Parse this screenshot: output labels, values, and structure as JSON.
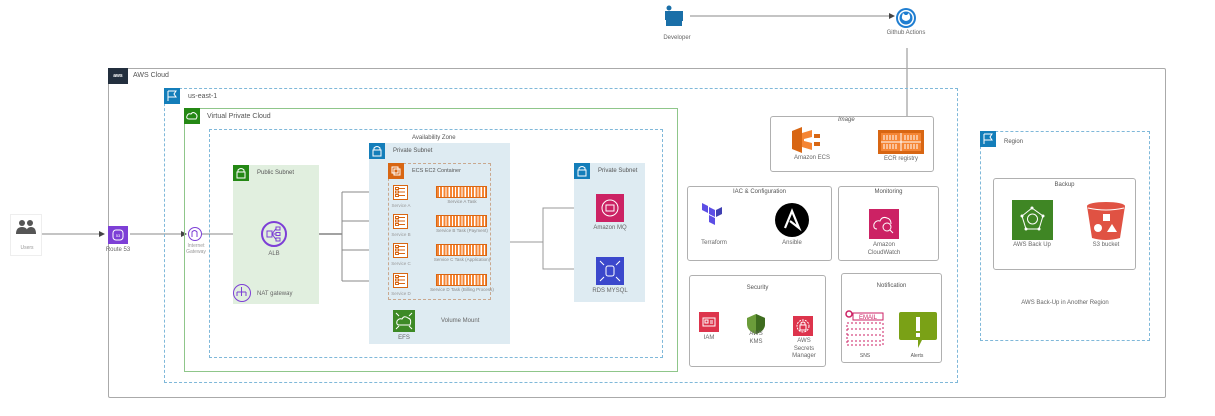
{
  "external": {
    "users_label": "Users",
    "developer_label": "Developer",
    "github_label": "Github Actions"
  },
  "aws_cloud": {
    "title": "AWS Cloud",
    "region_primary": "us-east-1",
    "vpc": "Virtual Private Cloud",
    "route53": "Route 53",
    "internet_gateway": "Internet Gateway",
    "availability_zone": "Availability Zone",
    "public_subnet": {
      "title": "Public Subnet",
      "alb": "ALB",
      "nat": "NAT gateway"
    },
    "private_subnet_app": {
      "title": "Private Subnet",
      "container_title": "ECS EC2 Container",
      "services": [
        {
          "icon_label": "Service A",
          "task_label": "Service A Task"
        },
        {
          "icon_label": "Service B",
          "task_label": "Service B Task (Payment)"
        },
        {
          "icon_label": "Service C",
          "task_label": "Service C Task (Application)"
        },
        {
          "icon_label": "Service D",
          "task_label": "Service D Task (Billing Process)"
        }
      ],
      "efs": "EFS",
      "volume_mount": "Volume Mount"
    },
    "private_subnet_data": {
      "title": "Private Subnet",
      "mq": "Amazon MQ",
      "rds": "RDS MYSQL"
    },
    "image_group": {
      "title": "Image",
      "ecs": "Amazon ECS",
      "ecr": "ECR registry"
    },
    "iac_group": {
      "title": "IAC & Configuration",
      "terraform": "Terraform",
      "ansible": "Ansible"
    },
    "monitoring_group": {
      "title": "Monitoring",
      "cloudwatch": "Amazon CloudWatch"
    },
    "security_group": {
      "title": "Security",
      "iam": "IAM",
      "kms": "AWS KMS",
      "secrets": "AWS Secrets Manager"
    },
    "notification_group": {
      "title": "Notification",
      "sns": "SNS",
      "sns_icon_text": "EMAIL",
      "alerts": "Alerts"
    },
    "backup_region": {
      "title": "Region",
      "backup_group_title": "Backup",
      "aws_backup": "AWS Back Up",
      "s3": "S3 bucket",
      "note": "AWS Back-Up in Another Region"
    }
  },
  "colors": {
    "aws_dark": "#232f3e",
    "region_blue": "#147eba",
    "vpc_green": "#248814",
    "subnet_green_bg": "#e1efdf",
    "subnet_blue_bg": "#deebf2",
    "ecs_orange": "#d86613",
    "purple": "#7d3fd6",
    "mq_pink": "#cc2264",
    "rds_blue": "#3b48cc",
    "security_red": "#dd344c",
    "alerts_green": "#7aa116",
    "s3_red": "#e05243"
  }
}
